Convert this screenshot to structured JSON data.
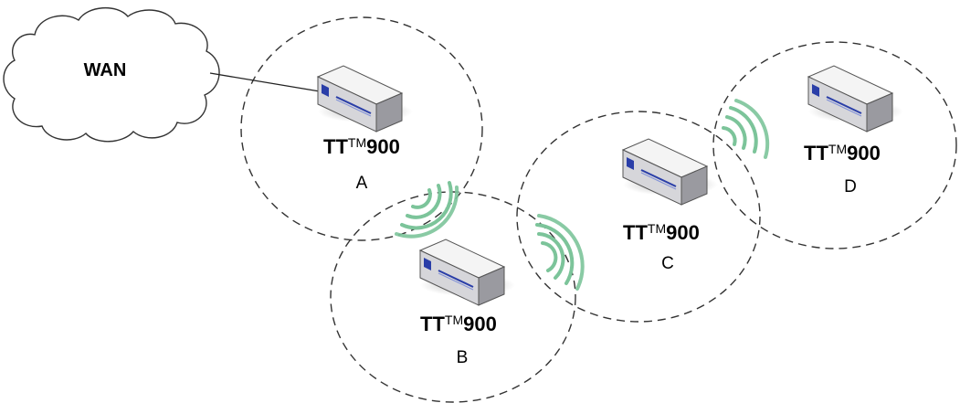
{
  "wan": {
    "label": "WAN"
  },
  "nodes": [
    {
      "id": "a",
      "model_prefix": "TT",
      "model_tm": "TM",
      "model_suffix": "900",
      "letter": "A"
    },
    {
      "id": "b",
      "model_prefix": "TT",
      "model_tm": "TM",
      "model_suffix": "900",
      "letter": "B"
    },
    {
      "id": "c",
      "model_prefix": "TT",
      "model_tm": "TM",
      "model_suffix": "900",
      "letter": "C"
    },
    {
      "id": "d",
      "model_prefix": "TT",
      "model_tm": "TM",
      "model_suffix": "900",
      "letter": "D"
    }
  ],
  "colors": {
    "wave": "#7cc49a",
    "device_top": "#f4f4f4",
    "device_front": "#d8d8dc",
    "device_side": "#9a9aa0",
    "device_stripe": "#2a3ea8"
  },
  "icons": {
    "device": "router-box-icon",
    "cloud": "cloud-icon",
    "signal": "wireless-signal-icon"
  }
}
